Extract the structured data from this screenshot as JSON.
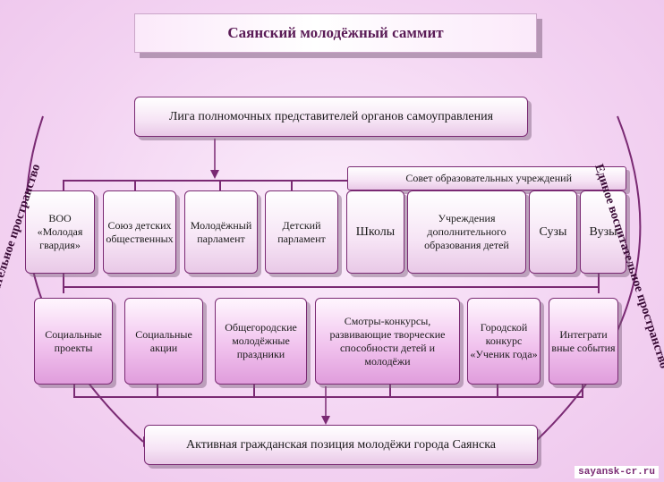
{
  "title": "Саянский молодёжный саммит",
  "league": "Лига полномочных представителей органов самоуправления",
  "council": "Совет образовательных учреждений",
  "row1": [
    "ВОО «Молодая гвардия»",
    "Союз детских общественных",
    "Молодёжный парламент",
    "Детский парламент",
    "Школы",
    "Учреждения дополнительного образования детей",
    "Сузы",
    "Вузы"
  ],
  "row2": [
    "Социальные проекты",
    "Социальные акции",
    "Общегородские молодёжные праздники",
    "Смотры-конкурсы, развивающие творческие способности детей и молодёжи",
    "Городской конкурс «Ученик года»",
    "Интеграти вные события"
  ],
  "bottom": "Активная гражданская позиция молодёжи города Саянска",
  "side_label": "Единое воспитательное пространство",
  "watermark": "sayansk-cr.ru",
  "colors": {
    "border": "#7a2a73",
    "accent_fill": "#e09ddc"
  }
}
